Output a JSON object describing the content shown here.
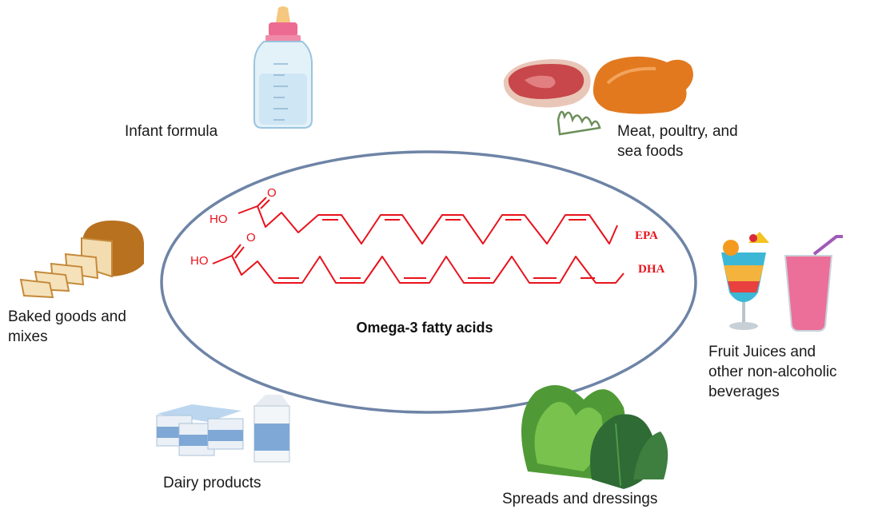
{
  "center": {
    "title": "Omega-3 fatty acids",
    "molecules": [
      {
        "label": "EPA",
        "group_left": "HO",
        "group_top": "O"
      },
      {
        "label": "DHA",
        "group_left": "HO",
        "group_top": "O"
      }
    ]
  },
  "sources": [
    {
      "id": "infant",
      "icon": "baby-bottle-icon",
      "lines": [
        "Infant formula"
      ]
    },
    {
      "id": "meat",
      "icon": "meat-poultry-icon",
      "lines": [
        "Meat, poultry, and",
        "sea foods"
      ]
    },
    {
      "id": "baked",
      "icon": "bread-loaf-icon",
      "lines": [
        "Baked goods and",
        "mixes"
      ]
    },
    {
      "id": "juice",
      "icon": "juice-glasses-icon",
      "lines": [
        "Fruit Juices and",
        "other non-alcoholic",
        "beverages"
      ]
    },
    {
      "id": "dairy",
      "icon": "dairy-icon",
      "lines": [
        "Dairy products"
      ]
    },
    {
      "id": "spreads",
      "icon": "leafy-greens-icon",
      "lines": [
        "Spreads and dressings"
      ]
    }
  ],
  "colors": {
    "molecule": "#e8121b",
    "ellipse": "#6e84a6",
    "text": "#1a1a1a"
  }
}
